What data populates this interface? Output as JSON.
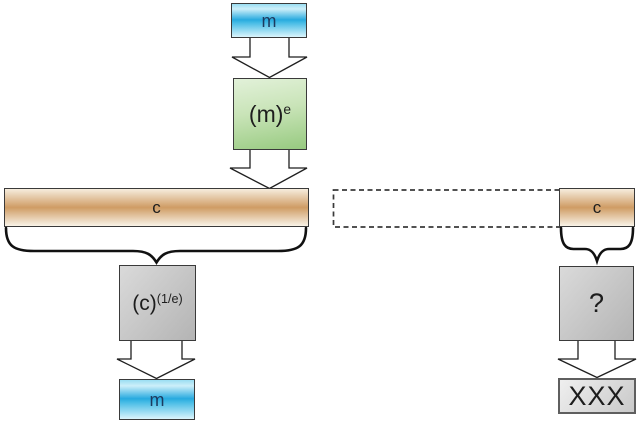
{
  "colors": {
    "canvas_bg": "#ffffff",
    "border": "#3a3a3a",
    "blue_soft": "#9adef2",
    "blue_light": "#cdeff9",
    "blue_mid": "#27aadf",
    "blue_pale": "#dbf5fc",
    "green_light": "#e2f1d9",
    "green_dark": "#97ca80",
    "tan_light": "#f6eddd",
    "tan_mid": "#cf9c64",
    "tan_pale": "#f9f3e8",
    "gray_light": "#dadada",
    "gray_dark": "#b4b4b4",
    "result_light": "#efefef",
    "result_dark": "#c9c9c9",
    "text_navy": "#1c3a5f",
    "text_dark": "#1d1d1d"
  },
  "diagram": {
    "encryption_flow": {
      "plaintext_top": "m",
      "encrypt_base": "(m)",
      "encrypt_exponent": "e",
      "ciphertext_bar": "c",
      "decrypt_base": "(c)",
      "decrypt_exponent": "(1/e)",
      "plaintext_bottom": "m"
    },
    "attack_flow": {
      "ciphertext_fragment": "c",
      "unknown_operation": "?",
      "result": "XXX"
    }
  }
}
